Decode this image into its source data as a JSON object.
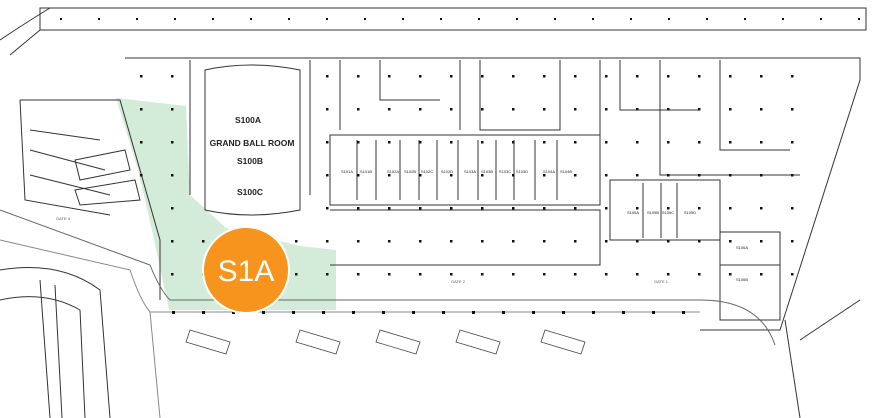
{
  "colors": {
    "zone_fill": "#d3ecd9",
    "marker": "#f7941d",
    "line": "#333333"
  },
  "zone_marker": {
    "label": "S1A"
  },
  "ballroom": {
    "title": "GRAND BALL ROOM",
    "rooms": [
      "S100A",
      "S100B",
      "S100C"
    ]
  },
  "meeting_rooms": {
    "row1": [
      "S101A",
      "S101B",
      "S102A",
      "S102B",
      "S102C",
      "S102D",
      "S103A",
      "S103B",
      "S103C",
      "S103D",
      "S104A",
      "S104B"
    ],
    "row2": [
      "S105A",
      "S105B",
      "S105C",
      "S105D"
    ],
    "row3": [
      "S106A",
      "S106B"
    ]
  },
  "gates": [
    "GATE 4",
    "GATE 2",
    "GATE 1"
  ]
}
